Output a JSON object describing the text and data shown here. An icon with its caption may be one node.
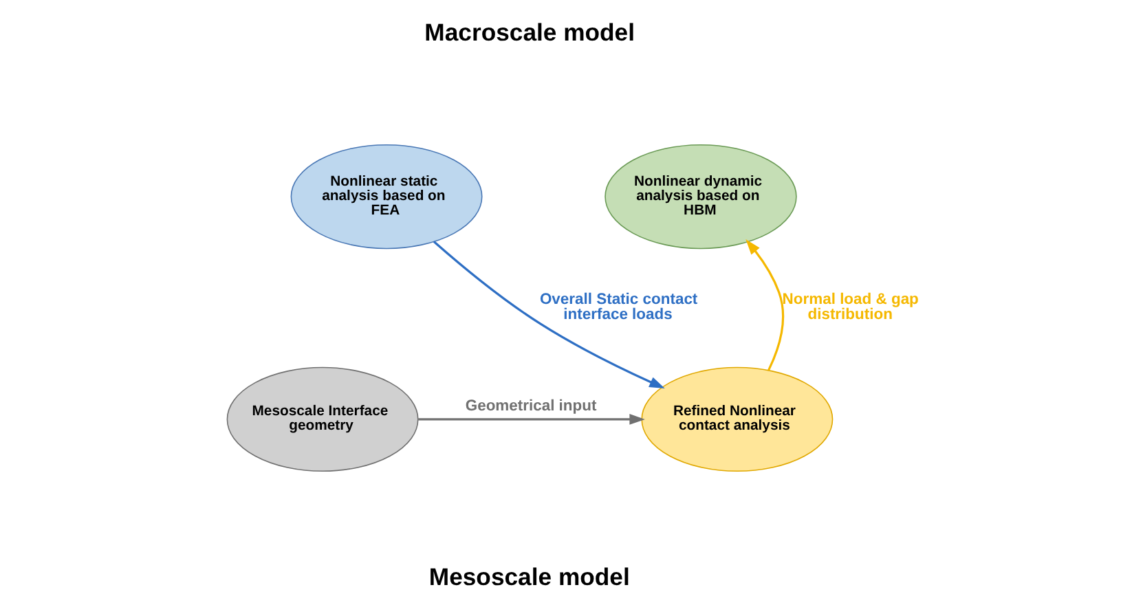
{
  "diagram": {
    "nodes": [
      {
        "text": [
          "Nonlinear static analysis based on FEA"
        ]
      },
      {
        "text": [
          "Nonlinear dynamic analysis based on HBM"
        ]
      },
      {
        "text": [
          "Mesoscale Interface geometry"
        ]
      },
      {
        "text": [
          "Refined Nonlinear contact analysis"
        ]
      }
    ],
    "edges": [
      {
        "from": 0,
        "to": 3,
        "arrow": "to",
        "label": "Overall Static contact interface loads",
        "color": "#2e6fc4"
      },
      {
        "from": 3,
        "to": 1,
        "arrow": "to",
        "label": "Normal load & gap distribution",
        "color": "#f5b800"
      },
      {
        "from": 2,
        "to": 3,
        "arrow": "to",
        "label": "Geometrical input",
        "color": "#707070"
      }
    ],
    "labels": [
      "Macroscale model",
      "Mesoscale model"
    ]
  }
}
